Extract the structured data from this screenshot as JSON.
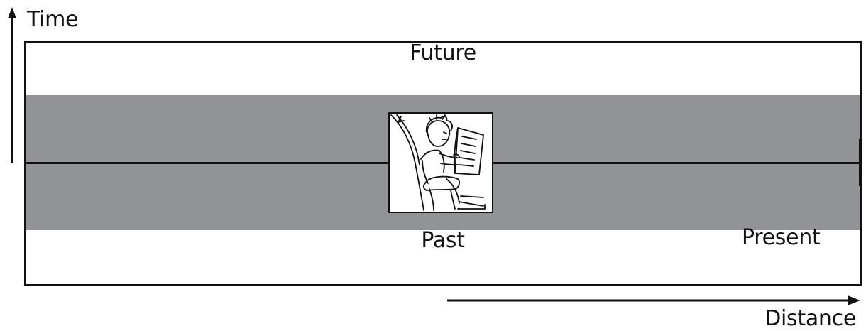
{
  "axes": {
    "vertical_label": "Time",
    "horizontal_label": "Distance"
  },
  "regions": {
    "future": "Future",
    "present": "Present",
    "past": "Past"
  },
  "illustration": {
    "subject": "person-reading-newspaper-icon"
  },
  "colors": {
    "present_band": "#929396",
    "line": "#111111",
    "background": "#ffffff"
  }
}
